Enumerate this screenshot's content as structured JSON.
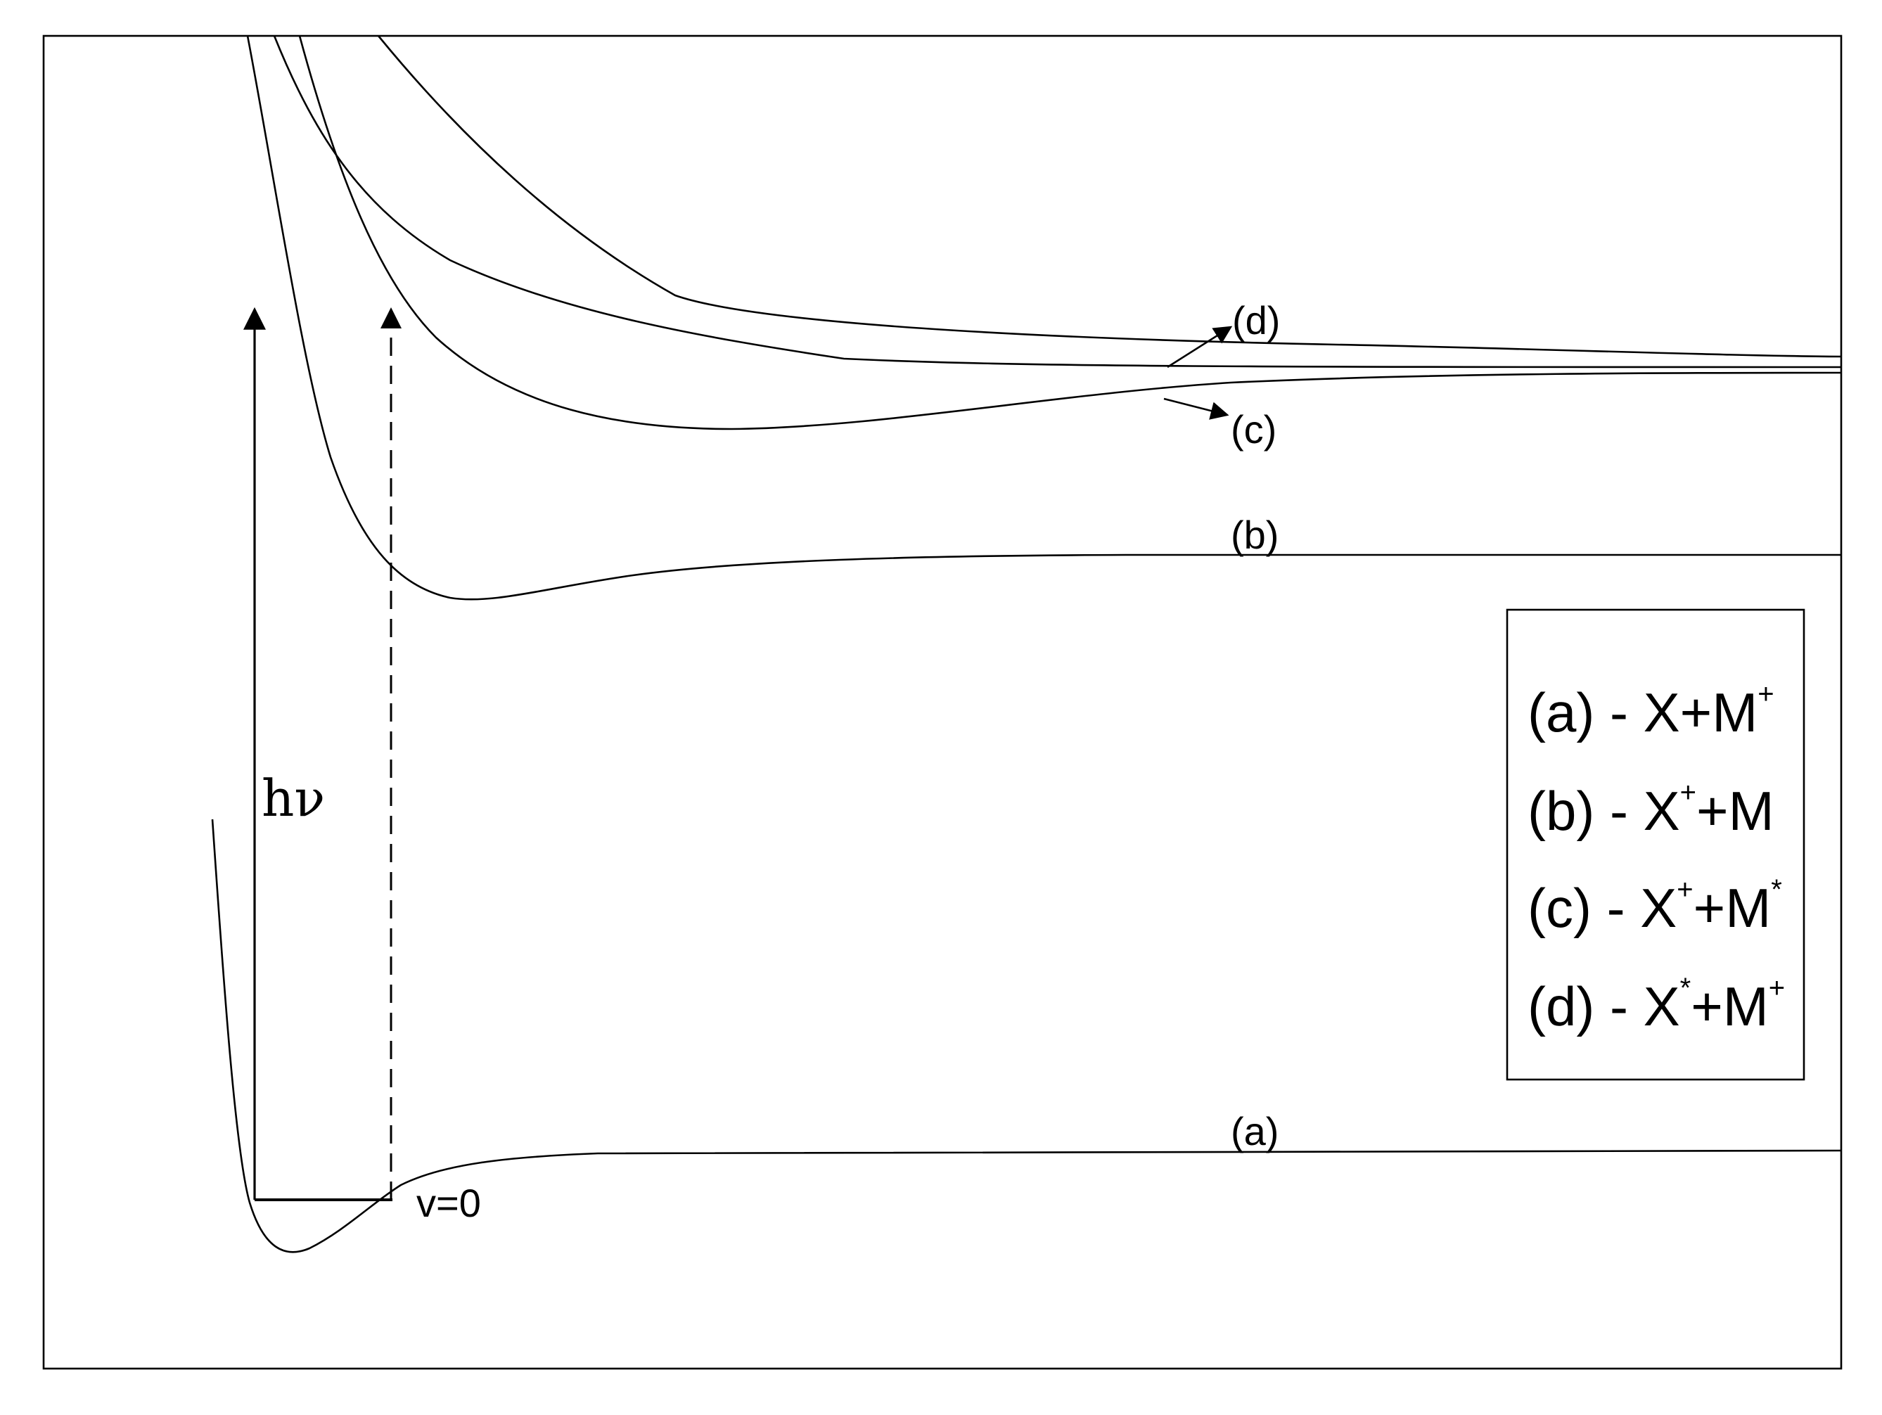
{
  "curve_labels": {
    "a": "(a)",
    "b": "(b)",
    "c": "(c)",
    "d": "(d)"
  },
  "annotations": {
    "photon": "hν",
    "vibrational_level": "v=0"
  },
  "legend": [
    {
      "prefix": "(a) - X+M",
      "sup1": "+",
      "mid": "",
      "sup2": ""
    },
    {
      "prefix": "(b) - X",
      "sup1": "+",
      "mid": "+M",
      "sup2": ""
    },
    {
      "prefix": "(c) - X",
      "sup1": "+",
      "mid": "+M",
      "sup2": "*"
    },
    {
      "prefix": "(d) - X",
      "sup1": "*",
      "mid": "+M",
      "sup2": "+"
    }
  ],
  "colors": {
    "line": "#000000",
    "background": "#ffffff"
  }
}
